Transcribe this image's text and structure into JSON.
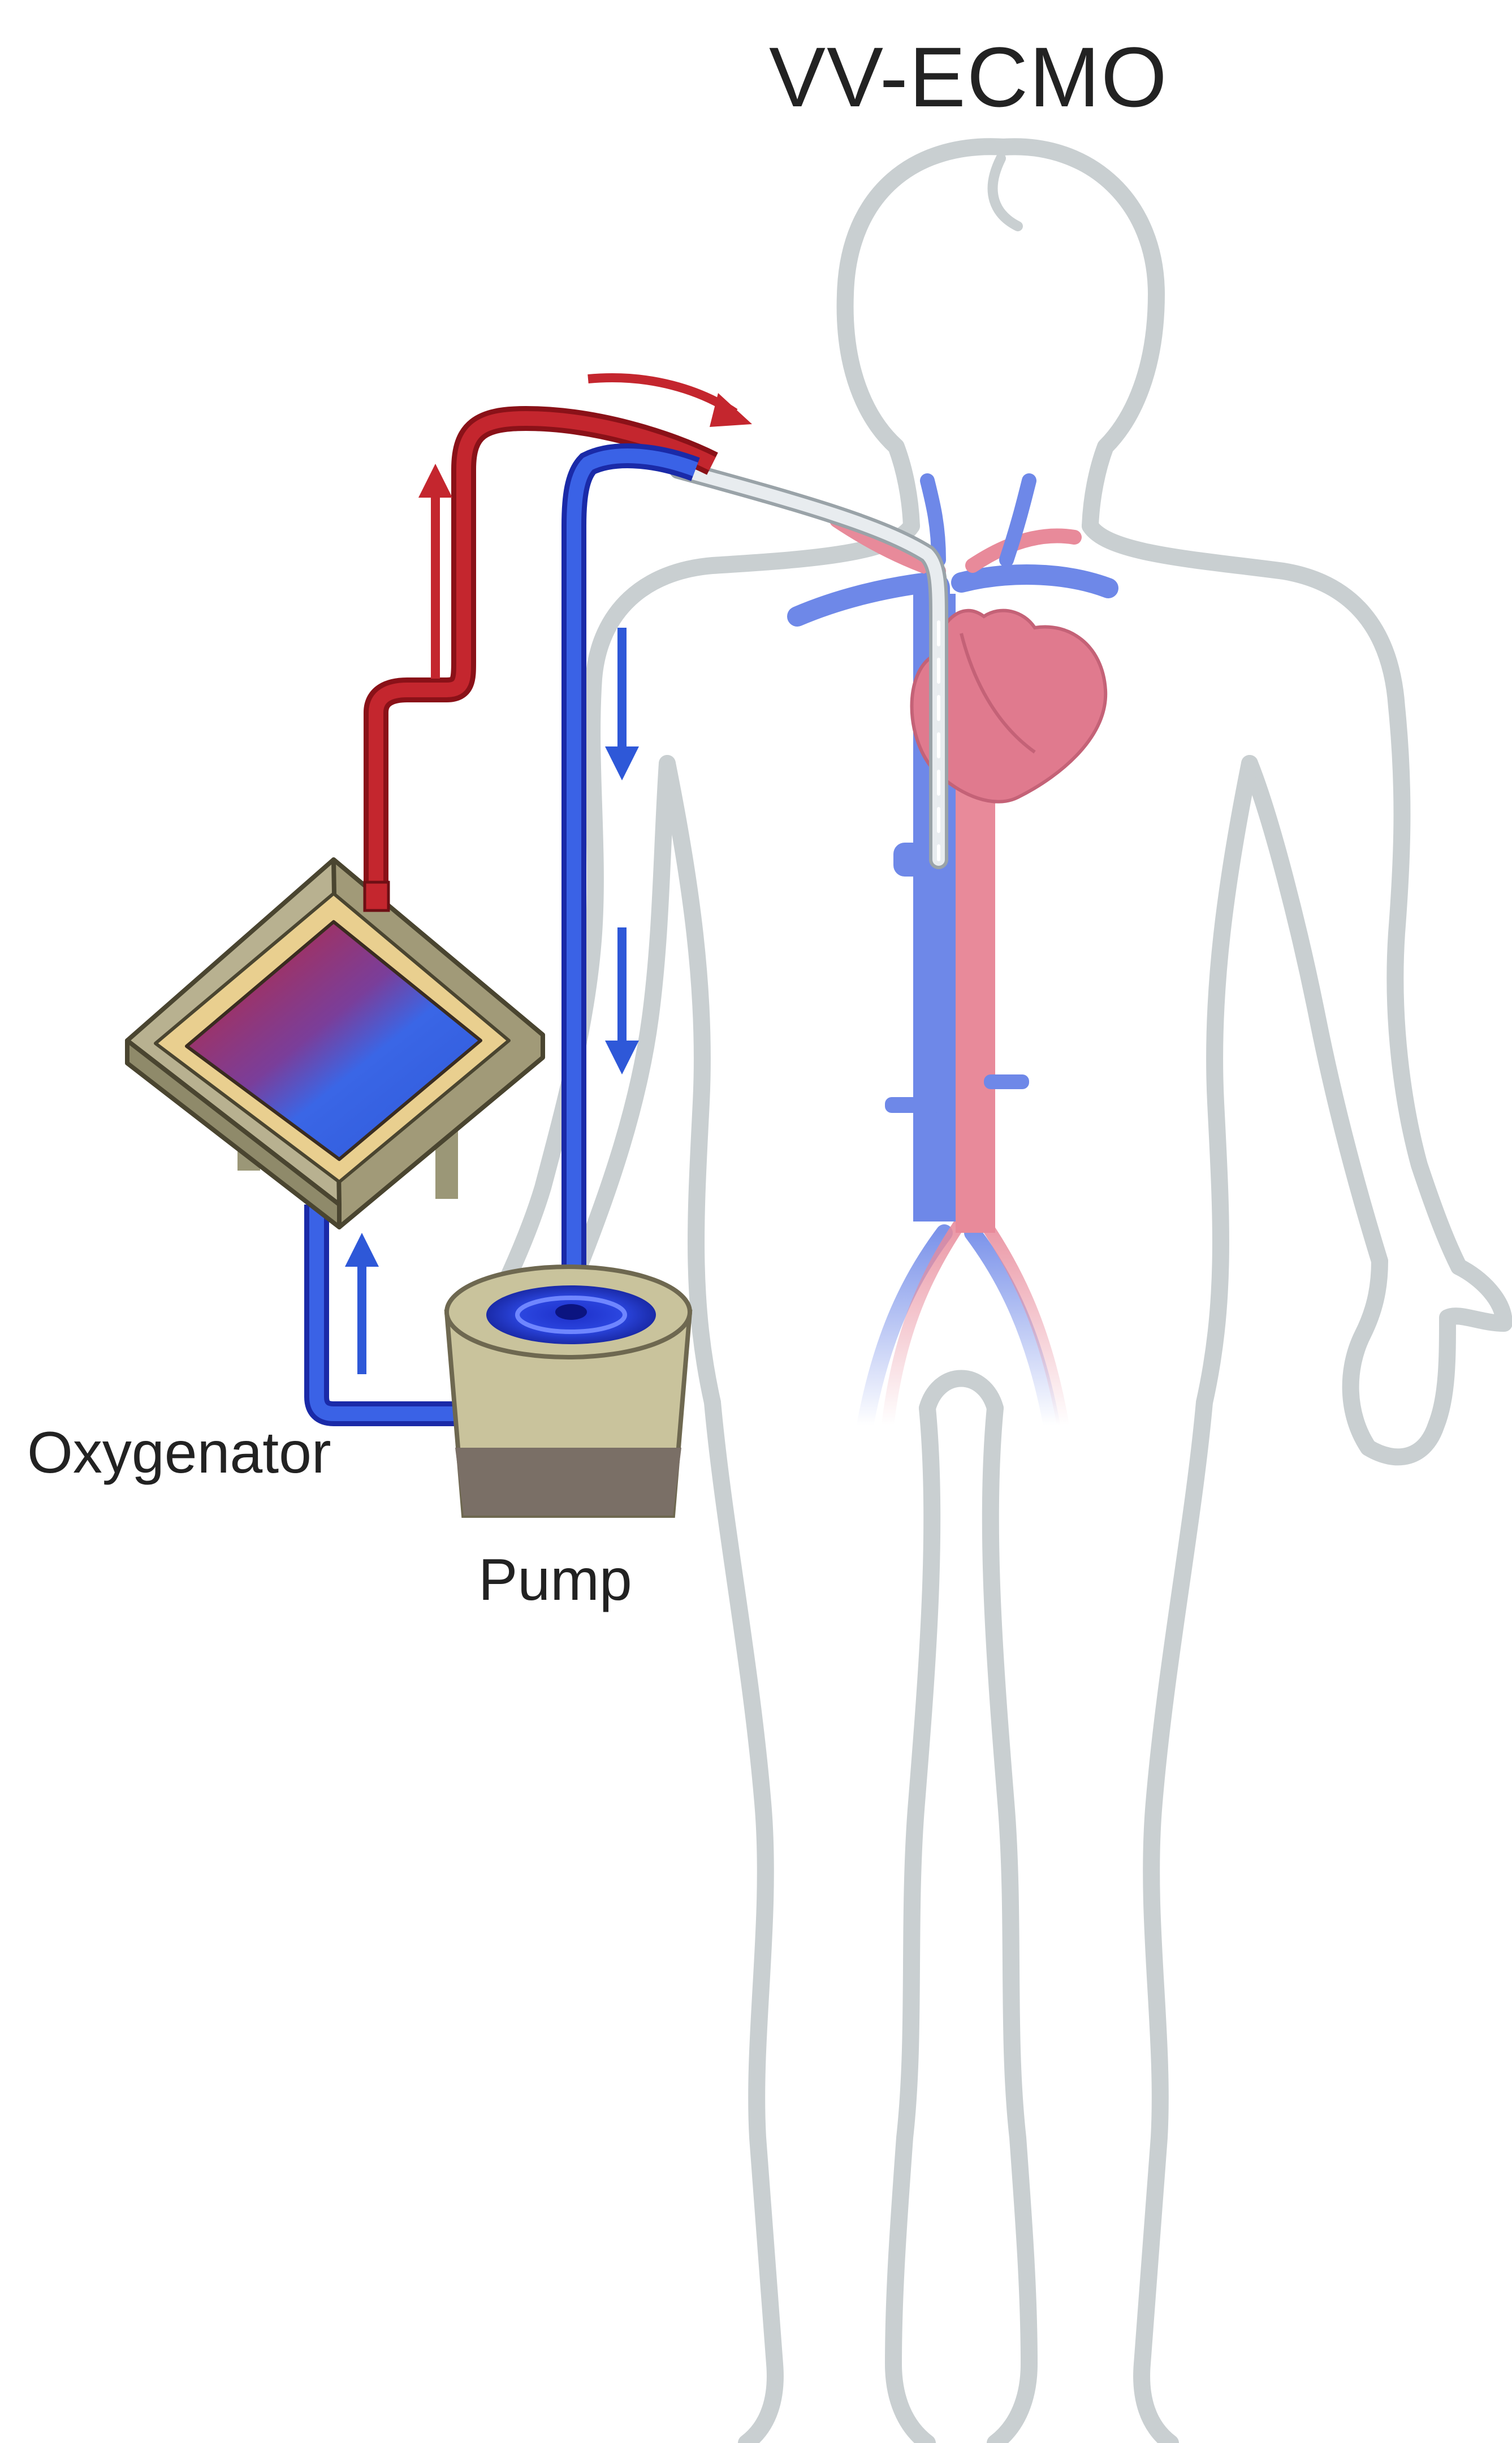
{
  "title": "VV-ECMO",
  "labels": {
    "oxygenator": "Oxygenator",
    "pump": "Pump"
  },
  "colors": {
    "body_outline": "#c9cfd1",
    "oxygenated_blood": "#c4262e",
    "deoxygenated_blood": "#2e58d8",
    "heart": "#e07a8e",
    "aorta": "#e88a9a",
    "vein": "#6e88e8",
    "oxygenator_frame": "#cbc29a",
    "oxygenator_border": "#e9cf8f",
    "pump_body": "#c9c39c",
    "pump_base": "#7a6f66",
    "cannula": "#dfe3e6"
  },
  "icons": {
    "flow_arrows": "arrow-icon",
    "heart": "heart-icon"
  }
}
